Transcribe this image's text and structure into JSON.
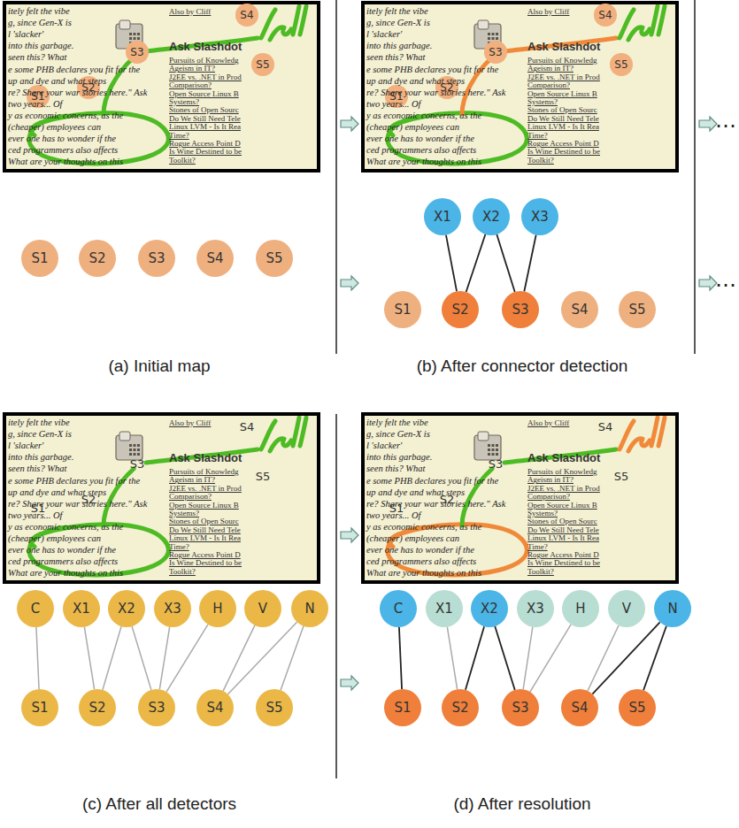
{
  "diagram": {
    "nodes": [
      {
        "text": [
          "S1"
        ]
      },
      {
        "text": [
          "S2"
        ]
      },
      {
        "text": [
          "S3"
        ]
      },
      {
        "text": [
          "S4"
        ]
      },
      {
        "text": [
          "S5"
        ]
      },
      {
        "text": [
          "S1"
        ]
      },
      {
        "text": [
          "S2"
        ]
      },
      {
        "text": [
          "S3"
        ]
      },
      {
        "text": [
          "S4"
        ]
      },
      {
        "text": [
          "S5"
        ]
      },
      {
        "text": [
          "S1"
        ]
      },
      {
        "text": [
          "S2"
        ]
      },
      {
        "text": [
          "S3"
        ]
      },
      {
        "text": [
          "S4"
        ]
      },
      {
        "text": [
          "S5"
        ]
      },
      {
        "text": [
          "X1"
        ]
      },
      {
        "text": [
          "X2"
        ]
      },
      {
        "text": [
          "X3"
        ]
      },
      {
        "text": [
          "S1"
        ]
      },
      {
        "text": [
          "S2"
        ]
      },
      {
        "text": [
          "S3"
        ]
      },
      {
        "text": [
          "S4"
        ]
      },
      {
        "text": [
          "S5"
        ]
      },
      {
        "text": [
          "C"
        ]
      },
      {
        "text": [
          "X1"
        ]
      },
      {
        "text": [
          "X2"
        ]
      },
      {
        "text": [
          "X3"
        ]
      },
      {
        "text": [
          "H"
        ]
      },
      {
        "text": [
          "V"
        ]
      },
      {
        "text": [
          "N"
        ]
      },
      {
        "text": [
          "S1"
        ]
      },
      {
        "text": [
          "S2"
        ]
      },
      {
        "text": [
          "S3"
        ]
      },
      {
        "text": [
          "S4"
        ]
      },
      {
        "text": [
          "S5"
        ]
      },
      {
        "text": [
          "C"
        ]
      },
      {
        "text": [
          "X1"
        ]
      },
      {
        "text": [
          "X2"
        ]
      },
      {
        "text": [
          "X3"
        ]
      },
      {
        "text": [
          "H"
        ]
      },
      {
        "text": [
          "V"
        ]
      },
      {
        "text": [
          "N"
        ]
      },
      {
        "text": [
          "S1"
        ]
      },
      {
        "text": [
          "S2"
        ]
      },
      {
        "text": [
          "S3"
        ]
      },
      {
        "text": [
          "S4"
        ]
      },
      {
        "text": [
          "S5"
        ]
      }
    ],
    "edges": [
      {
        "from": 15,
        "to": 19,
        "arrow": "none"
      },
      {
        "from": 16,
        "to": 19,
        "arrow": "none"
      },
      {
        "from": 16,
        "to": 20,
        "arrow": "none"
      },
      {
        "from": 17,
        "to": 20,
        "arrow": "none"
      },
      {
        "from": 23,
        "to": 30,
        "arrow": "none"
      },
      {
        "from": 24,
        "to": 31,
        "arrow": "none"
      },
      {
        "from": 25,
        "to": 31,
        "arrow": "none"
      },
      {
        "from": 25,
        "to": 32,
        "arrow": "none"
      },
      {
        "from": 26,
        "to": 32,
        "arrow": "none"
      },
      {
        "from": 27,
        "to": 32,
        "arrow": "none"
      },
      {
        "from": 28,
        "to": 33,
        "arrow": "none"
      },
      {
        "from": 29,
        "to": 33,
        "arrow": "none"
      },
      {
        "from": 29,
        "to": 34,
        "arrow": "none"
      },
      {
        "from": 35,
        "to": 42,
        "arrow": "none"
      },
      {
        "from": 36,
        "to": 43,
        "arrow": "none"
      },
      {
        "from": 37,
        "to": 43,
        "arrow": "none"
      },
      {
        "from": 37,
        "to": 44,
        "arrow": "none"
      },
      {
        "from": 38,
        "to": 44,
        "arrow": "none"
      },
      {
        "from": 39,
        "to": 44,
        "arrow": "none"
      },
      {
        "from": 40,
        "to": 45,
        "arrow": "none"
      },
      {
        "from": 41,
        "to": 45,
        "arrow": "none"
      },
      {
        "from": 41,
        "to": 46,
        "arrow": "none"
      }
    ],
    "labels": [
      "(a) Initial map",
      "(b) After connector detection",
      "(c) After all detectors",
      "(d) After resolution",
      "…",
      "…",
      "S1",
      "S2",
      "S3",
      "S4",
      "S5",
      "S1",
      "S2",
      "S3",
      "S4",
      "S5",
      "itely felt the vibe",
      "g, since Gen-X is",
      "l 'slacker'",
      "into this garbage.",
      "seen this? What",
      "e some PHB declares you fit for the",
      "up and dye and what steps",
      "re? Share your war stories here.\" Ask",
      "two years... Of",
      "y as economic concerns, as the",
      "(cheaper) employees can",
      "ever one has to wonder if the",
      "ced programmers also affects",
      "What are your thoughts on this",
      "Also by Cliff",
      "Ask Slashdot",
      "Pursuits of Knowledg",
      "Ageism in IT?",
      "J2EE vs. .NET in Prod",
      "Comparison?",
      "Open Source Linux B",
      "Systems?",
      "Stones of Open Sourc",
      "Do We Still Need Tele",
      "Linux LVM - Is It Rea",
      "Time?",
      "Rogue Access Point D",
      "Is Wine Destined to be",
      "Toolkit?",
      "itely felt the vibe",
      "g, since Gen-X is",
      "l 'slacker'",
      "into this garbage.",
      "seen this? What",
      "e some PHB declares you fit for the",
      "up and dye and what steps",
      "re? Share your war stories here.\" Ask",
      "two years... Of",
      "y as economic concerns, as the",
      "(cheaper) employees can",
      "ever one has to wonder if the",
      "ced programmers also affects",
      "What are your thoughts on this",
      "Also by Cliff",
      "Ask Slashdot",
      "Pursuits of Knowledg",
      "Ageism in IT?",
      "J2EE vs. .NET in Prod",
      "Comparison?",
      "Open Source Linux B",
      "Systems?",
      "Stones of Open Sourc",
      "Do We Still Need Tele",
      "Linux LVM - Is It Rea",
      "Time?",
      "Rogue Access Point D",
      "Is Wine Destined to be",
      "Toolkit?",
      "itely felt the vibe",
      "g, since Gen-X is",
      "l 'slacker'",
      "into this garbage.",
      "seen this? What",
      "e some PHB declares you fit for the",
      "up and dye and what steps",
      "re? Share your war stories here.\" Ask",
      "two years... Of",
      "y as economic concerns, as the",
      "(cheaper) employees can",
      "ever one has to wonder if the",
      "ced programmers also affects",
      "What are your thoughts on this",
      "Also by Cliff",
      "Ask Slashdot",
      "Pursuits of Knowledg",
      "Ageism in IT?",
      "J2EE vs. .NET in Prod",
      "Comparison?",
      "Open Source Linux B",
      "Systems?",
      "Stones of Open Sourc",
      "Do We Still Need Tele",
      "Linux LVM - Is It Rea",
      "Time?",
      "Rogue Access Point D",
      "Is Wine Destined to be",
      "Toolkit?",
      "itely felt the vibe",
      "g, since Gen-X is",
      "l 'slacker'",
      "into this garbage.",
      "seen this? What",
      "e some PHB declares you fit for the",
      "up and dye and what steps",
      "re? Share your war stories here.\" Ask",
      "two years... Of",
      "y as economic concerns, as the",
      "(cheaper) employees can",
      "ever one has to wonder if the",
      "ced programmers also affects",
      "What are your thoughts on this",
      "Also by Cliff",
      "Ask Slashdot",
      "Pursuits of Knowledg",
      "Ageism in IT?",
      "J2EE vs. .NET in Prod",
      "Comparison?",
      "Open Source Linux B",
      "Systems?",
      "Stones of Open Sourc",
      "Do We Still Need Tele",
      "Linux LVM - Is It Rea",
      "Time?",
      "Rogue Access Point D",
      "Is Wine Destined to be",
      "Toolkit?"
    ]
  }
}
